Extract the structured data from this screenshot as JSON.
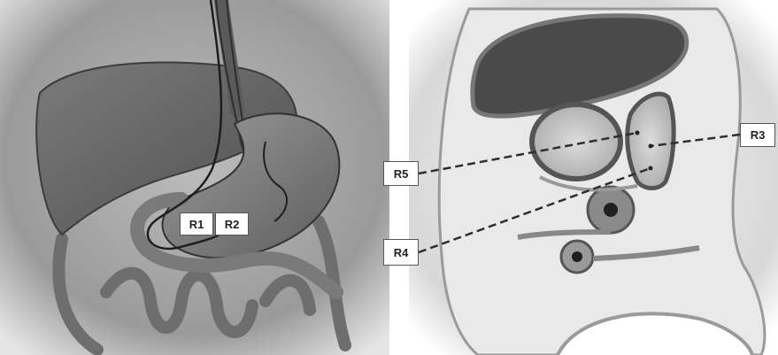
{
  "labels": {
    "r1": "R1",
    "r2": "R2",
    "r3": "R3",
    "r4": "R4",
    "r5": "R5"
  },
  "colors": {
    "background": "#ffffff",
    "organ_dark": "#4a4a4a",
    "organ_mid": "#8c8c8c",
    "organ_light": "#cfcfcf",
    "line": "#3a3a3a",
    "label_border": "#555555"
  }
}
